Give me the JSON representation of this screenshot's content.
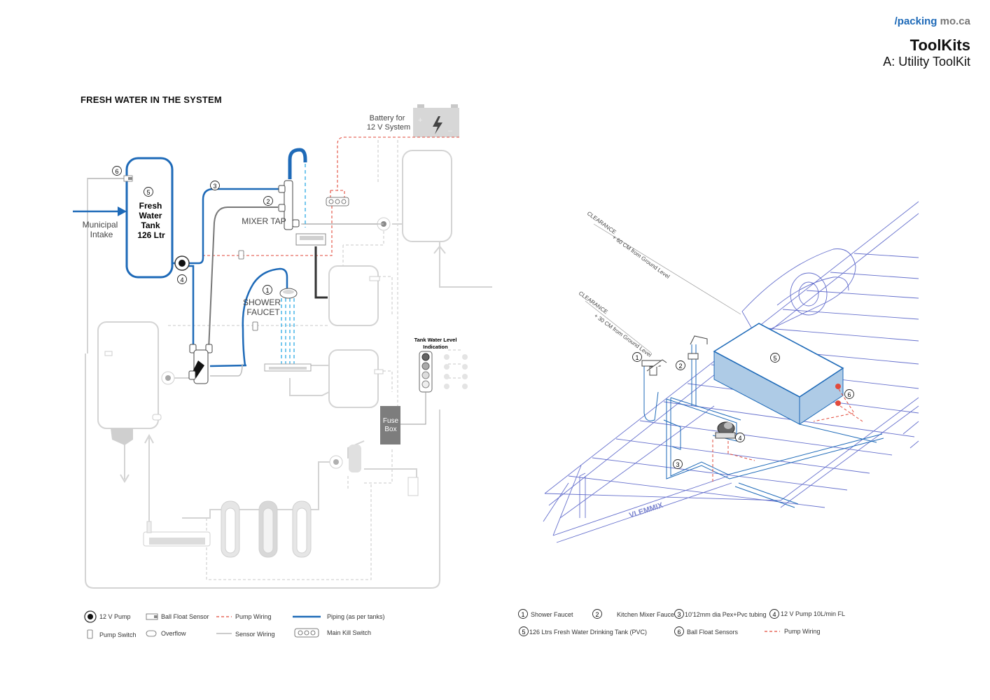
{
  "brand": {
    "slash": "/",
    "part1": "packing",
    "part2": "mo.ca"
  },
  "header": {
    "title": "ToolKits",
    "subtitle": "A: Utility ToolKit"
  },
  "section_title": "FRESH WATER IN THE SYSTEM",
  "colors": {
    "pipe_blue": "#1e6ab8",
    "water_light": "#49b6e8",
    "wiring_red": "#e24a3b",
    "tank_fill": "#aecbe6",
    "faded": "#d2d2d2",
    "iso_line": "#4a56c4"
  },
  "schematic": {
    "battery_label_line1": "Battery for",
    "battery_label_line2": "12 V System",
    "tank_number": "5",
    "tank_label_lines": [
      "Fresh",
      "Water",
      "Tank",
      "126 Ltr"
    ],
    "intake_line1": "Municipal",
    "intake_line2": "Intake",
    "mixer_tap_label": "MIXER TAP",
    "shower_line1": "SHOWER",
    "shower_line2": "FAUCET",
    "tank_indicator_line1": "Tank Water Level",
    "tank_indicator_line2": "Indication",
    "fuse_line1": "Fuse",
    "fuse_line2": "Box",
    "num_1": "1",
    "num_2": "2",
    "num_3": "3",
    "num_4": "4",
    "num_6": "6"
  },
  "iso": {
    "clearance_1": "CLEARANCE",
    "clearance_1_sub": "+ 60 CM from Ground Level",
    "clearance_2": "CLEARANCE",
    "clearance_2_sub": "+ 30 CM from Ground Level",
    "brand_mark": "VLEMMIX",
    "num_1": "1",
    "num_2": "2",
    "num_3": "3",
    "num_4": "4",
    "num_5": "5",
    "num_6": "6"
  },
  "legend_left": {
    "pump": "12 V Pump",
    "ball_float": "Ball Float Sensor",
    "pump_wiring": "Pump Wiring",
    "piping": "Piping (as per tanks)",
    "pump_switch": "Pump Switch",
    "overflow": "Overflow",
    "sensor_wiring": "Sensor Wiring",
    "kill_switch": "Main Kill Switch"
  },
  "legend_right": {
    "items": [
      {
        "num": "1",
        "label": "Shower Faucet"
      },
      {
        "num": "2",
        "label": "Kitchen Mixer  Faucet"
      },
      {
        "num": "3",
        "label": "10'12mm dia Pex+Pvc tubing"
      },
      {
        "num": "4",
        "label": "12 V Pump 10L/min FL"
      },
      {
        "num": "5",
        "label": "126 Ltrs Fresh Water Drinking Tank (PVC)"
      },
      {
        "num": "6",
        "label": "Ball Float Sensors"
      }
    ],
    "pump_wiring": "Pump Wiring"
  }
}
